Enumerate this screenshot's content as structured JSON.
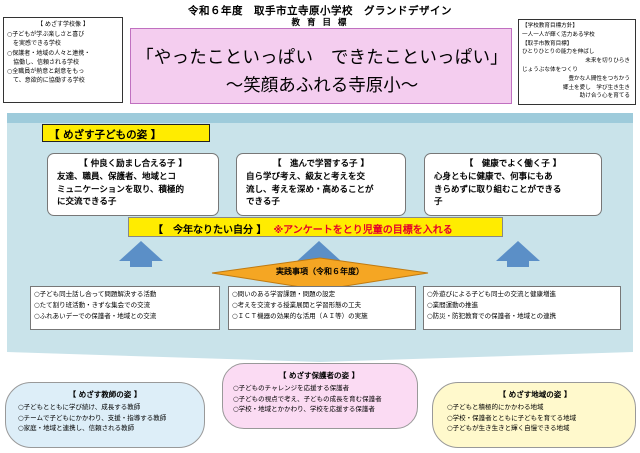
{
  "doc_title": "令和６年度　取手市立寺原小学校　グランドデザイン",
  "school_goal": {
    "title": "【 めざす学校像 】",
    "items": [
      "○子どもが学ぶ楽しさと喜び",
      "　を実感できる学校",
      "○保護者・地域の人々と連携・",
      "　協働し、信頼される学校",
      "○全職員が熱意と創意をもっ",
      "　て、意欲的に協働する学校"
    ]
  },
  "education_label": "教 育 目 標",
  "main_slogan_1": "「やったこといっぱい　できたこといっぱい」",
  "main_slogan_2": "～笑顔あふれる寺原小～",
  "right_box": {
    "lines": [
      "【学校教育目標方針】",
      "一人一人が輝く活力ある学校",
      "【取手市教育目標】",
      "ひとりひとりの能力を伸ばし",
      "未来を切りひらき",
      "じょうぶな体をつくり",
      "豊かな人間性をつちかう",
      "郷土を愛し　学び生き生き",
      "助け合う心を育てる"
    ]
  },
  "children_tag": "【 めざす子どもの姿 】",
  "cards": [
    {
      "title": "【 仲良く励まし合える子 】",
      "lines": [
        "友達、職員、保護者、地域とコ",
        "ミュニケーションを取り、積極的",
        "に交流できる子"
      ]
    },
    {
      "title": "【　進んで学習する子 】",
      "lines": [
        "自ら学び考え、級友と考えを交",
        "流し、考えを深め・高めることが",
        "できる子"
      ]
    },
    {
      "title": "【　健康でよく働く子 】",
      "lines": [
        "心身ともに健康で、何事にもあ",
        "きらめずに取り組むことができる",
        "子"
      ]
    }
  ],
  "mid_bar": {
    "label": "【　今年なりたい自分 】",
    "note": "※アンケートをとり児童の目標を入れる"
  },
  "practice_title": "実践事項（令和６年度）",
  "practice": [
    [
      "○子ども同士話し合って問題解決する活動",
      "○たて割り班活動・きずな集会での交流",
      "○ふれあいデーでの保護者・地域との交流"
    ],
    [
      "○問いのある学習課題・問題の設定",
      "○考えを交流する授業展開と学習形態の工夫",
      "○ＩＣＴ機器の効果的な活用（ＡＩ等）の実施"
    ],
    [
      "○外遊びによる子ども同士の交流と健康増進",
      "○業間運動の推進",
      "○防災・防犯教育での保護者・地域との連携"
    ]
  ],
  "teacher": {
    "title": "【 めざす教師の姿 】",
    "items": [
      "○子どもとともに学び続け、成長する教師",
      "○チームで子どもにかかわり、支援・指導する教師",
      "○家庭・地域と連携し、信頼される教師"
    ]
  },
  "guardian": {
    "title": "【 めざす保護者の姿 】",
    "items": [
      "○子どものチャレンジを応援する保護者",
      "○子どもの視点で考え、子どもの成長を育む保護者",
      "○学校・地域とかかわり、学校を応援する保護者"
    ]
  },
  "region": {
    "title": "【 めざす地域の姿 】",
    "items": [
      "○子どもと積極的にかかわる地域",
      "○学校・保護者とともに子どもを育てる地域",
      "○子どもが生き生きと輝く自慢できる地域"
    ]
  },
  "colors": {
    "banner_pink": "#f4cdef",
    "panel_blue": "#c9e3ea",
    "highlight_yellow": "#ffec00",
    "arrow_blue": "#5b8fc7",
    "diamond_orange": "#f5a623",
    "note_red": "#e4002b"
  }
}
